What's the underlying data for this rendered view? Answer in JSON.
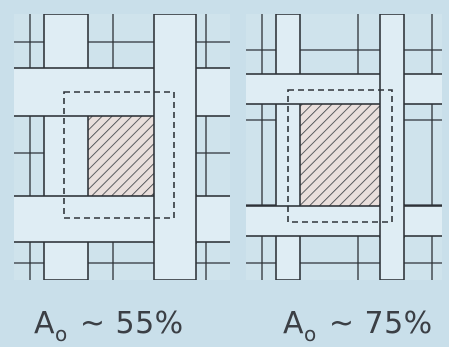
{
  "diagram": {
    "colors": {
      "background": "#c9dfea",
      "panel": "#cfe3ec",
      "strip_fill": "#dfedf4",
      "strip_edge": "#2e3338",
      "wire_line": "#2e3338",
      "hatch": "#3a3f44",
      "hatch_bg": "#e9dfdc",
      "dashed": "#2e3338"
    },
    "panels": [
      {
        "caption": {
          "symbol": "A",
          "subscript": "o",
          "rest": " ~ 55%"
        }
      },
      {
        "caption": {
          "symbol": "A",
          "subscript": "o",
          "rest": " ~ 75%"
        }
      }
    ]
  }
}
